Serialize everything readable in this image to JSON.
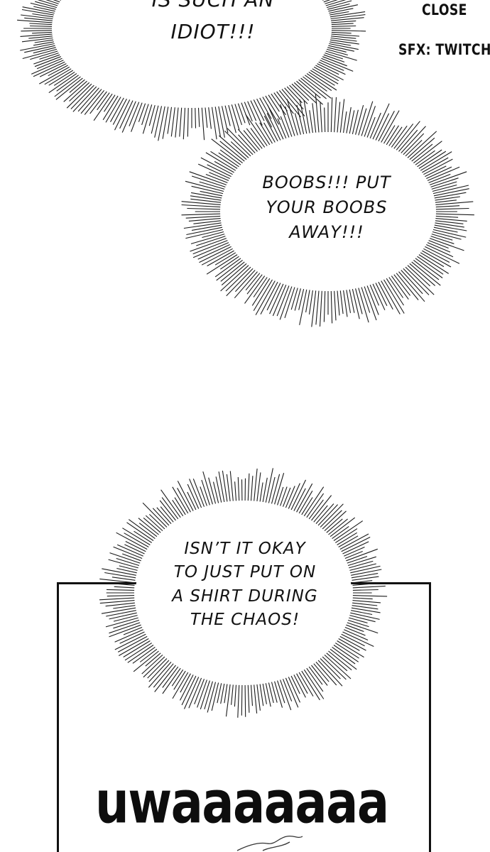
{
  "page": {
    "background": "#ffffff",
    "ink": "#111111"
  },
  "bubbles": [
    {
      "id": "b1",
      "lines": [
        "IS SUCH AN",
        "IDIOT!!!"
      ]
    },
    {
      "id": "b2",
      "lines": [
        "BOOBS!!! PUT",
        "YOUR BOOBS",
        "AWAY!!!"
      ]
    },
    {
      "id": "b3",
      "lines": [
        "ISN’T IT OKAY",
        "TO JUST PUT ON",
        "A SHIRT DURING",
        "THE CHAOS!"
      ]
    }
  ],
  "sfx": {
    "close": "CLOSE",
    "twitch": "SFX: TWITCH"
  },
  "panel": {
    "scream": "uwaaaaaaa"
  }
}
